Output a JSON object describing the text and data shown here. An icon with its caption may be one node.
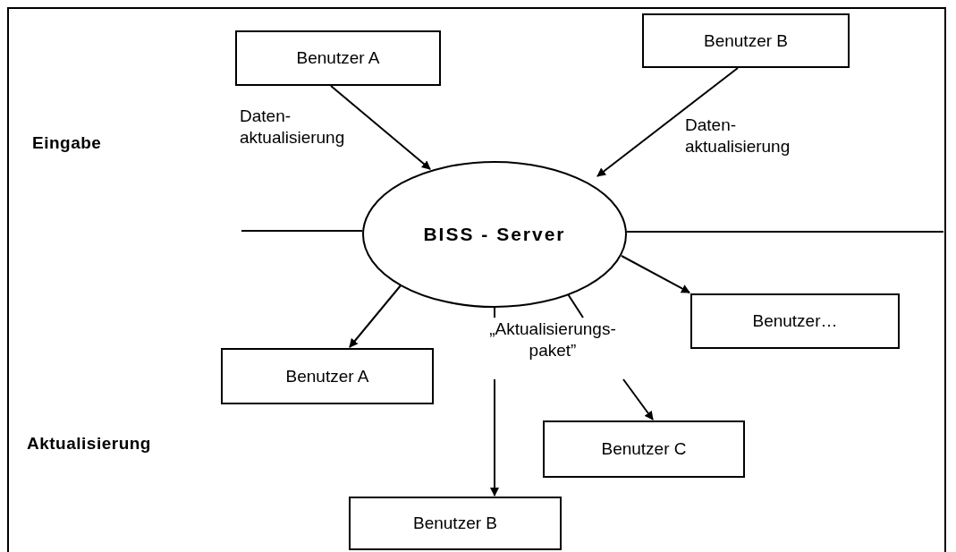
{
  "diagram": {
    "nodes": [
      {
        "text": [
          "Benutzer A"
        ]
      },
      {
        "text": [
          "Benutzer B"
        ]
      },
      {
        "text": [
          "BISS - Server"
        ]
      },
      {
        "text": [
          "Benutzer…"
        ]
      },
      {
        "text": [
          "Benutzer A"
        ]
      },
      {
        "text": [
          "Benutzer C"
        ]
      },
      {
        "text": [
          "Benutzer B"
        ]
      },
      {
        "text": [
          "„Aktualisierungs- paket”"
        ]
      }
    ],
    "edges": [
      {
        "from": 0,
        "to": 2,
        "arrow": "to"
      },
      {
        "from": 1,
        "to": 2,
        "arrow": "to"
      },
      {
        "from": 2,
        "to": 3,
        "arrow": "to"
      },
      {
        "from": 2,
        "to": 4,
        "arrow": "to"
      },
      {
        "from": 2,
        "to": 7,
        "arrow": "none"
      },
      {
        "from": 2,
        "to": 7,
        "arrow": "none"
      },
      {
        "from": 7,
        "to": 6,
        "arrow": "to"
      },
      {
        "from": 7,
        "to": 5,
        "arrow": "to"
      }
    ],
    "labels": [
      "Eingabe",
      "Daten- aktualisierung",
      "Daten- aktualisierung",
      "Aktualisierung"
    ]
  }
}
